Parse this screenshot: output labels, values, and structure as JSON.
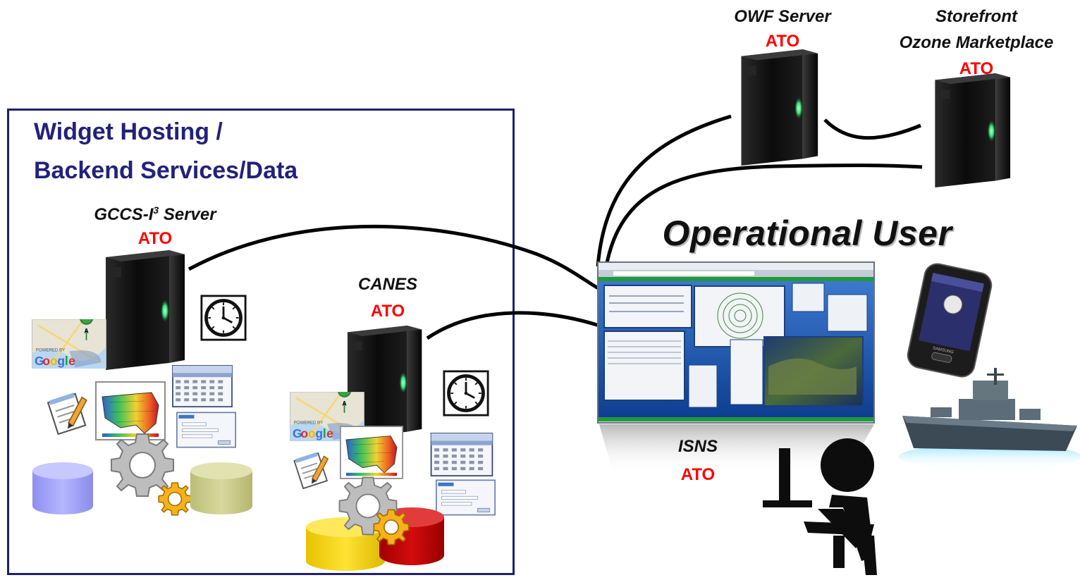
{
  "colors": {
    "box_border": "#1f1f6f",
    "title": "#22227a",
    "ato": "#ff0000",
    "server": "#111111",
    "server_led": "#39e27a"
  },
  "widget_box": {
    "title_line1": "Widget Hosting /",
    "title_line2": "Backend Services/Data"
  },
  "servers": {
    "gccs": {
      "name": "GCCS-I",
      "superscript": "3",
      "name_suffix": " Server",
      "status": "ATO"
    },
    "canes": {
      "name": "CANES",
      "status": "ATO"
    },
    "owf": {
      "name": "OWF Server",
      "status": "ATO"
    },
    "storefront": {
      "name_line1": "Storefront",
      "name_line2": "Ozone Marketplace",
      "status": "ATO"
    }
  },
  "operational_user": {
    "title": "Operational User"
  },
  "isns": {
    "name": "ISNS",
    "status": "ATO"
  },
  "icons": [
    "server-icon",
    "clock-icon",
    "map-icon",
    "calendar-icon",
    "weather-map-icon",
    "notepad-icon",
    "gears-icon",
    "database-icon",
    "web-form-icon",
    "browser-screenshot",
    "smartphone-icon",
    "ship-icon",
    "user-at-computer-icon"
  ]
}
